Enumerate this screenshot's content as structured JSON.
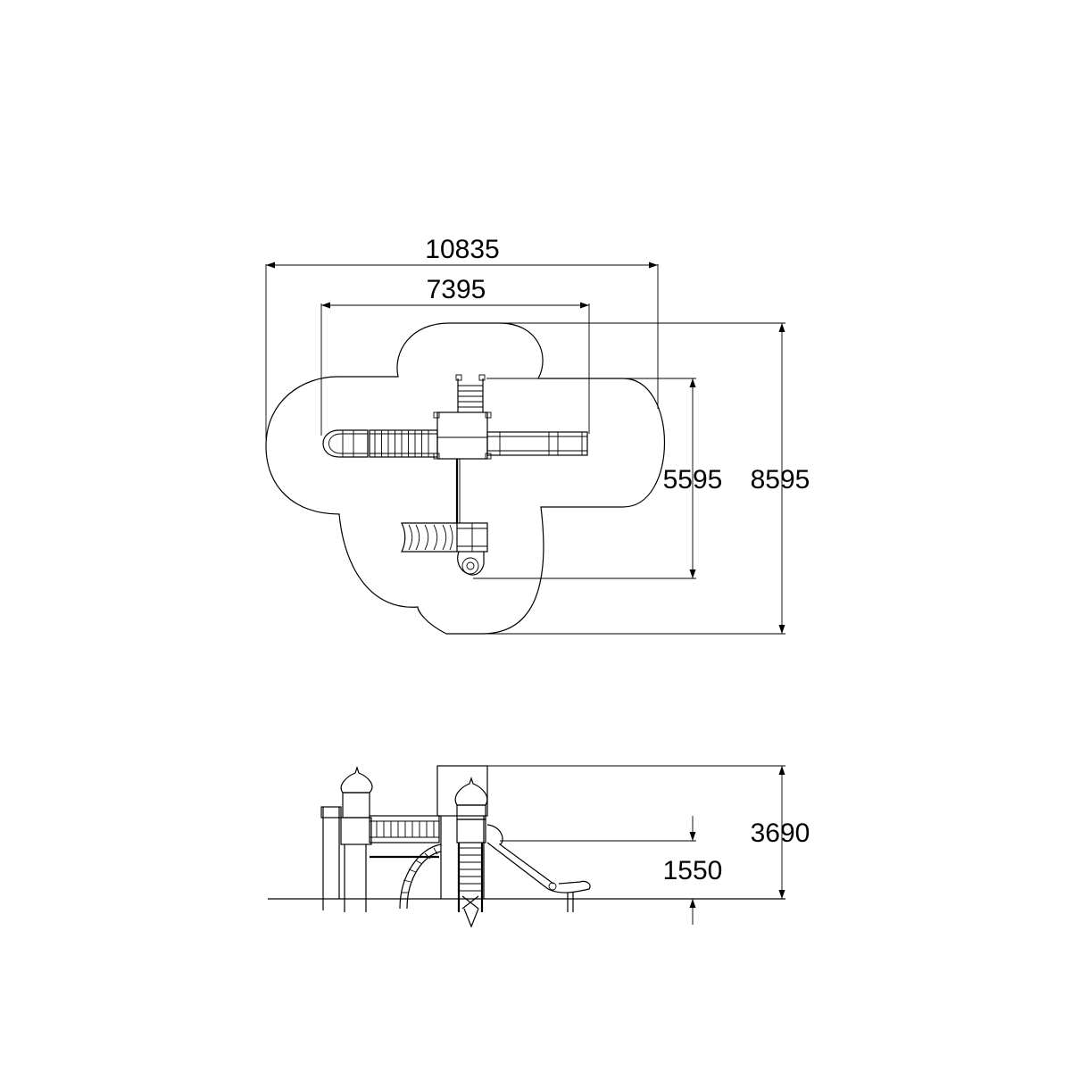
{
  "drawing": {
    "plan_view": {
      "overall_width": "10835",
      "structure_width": "7395",
      "structure_depth": "5595",
      "overall_depth": "8595"
    },
    "side_view": {
      "overall_height": "3690",
      "platform_height": "1550"
    }
  }
}
